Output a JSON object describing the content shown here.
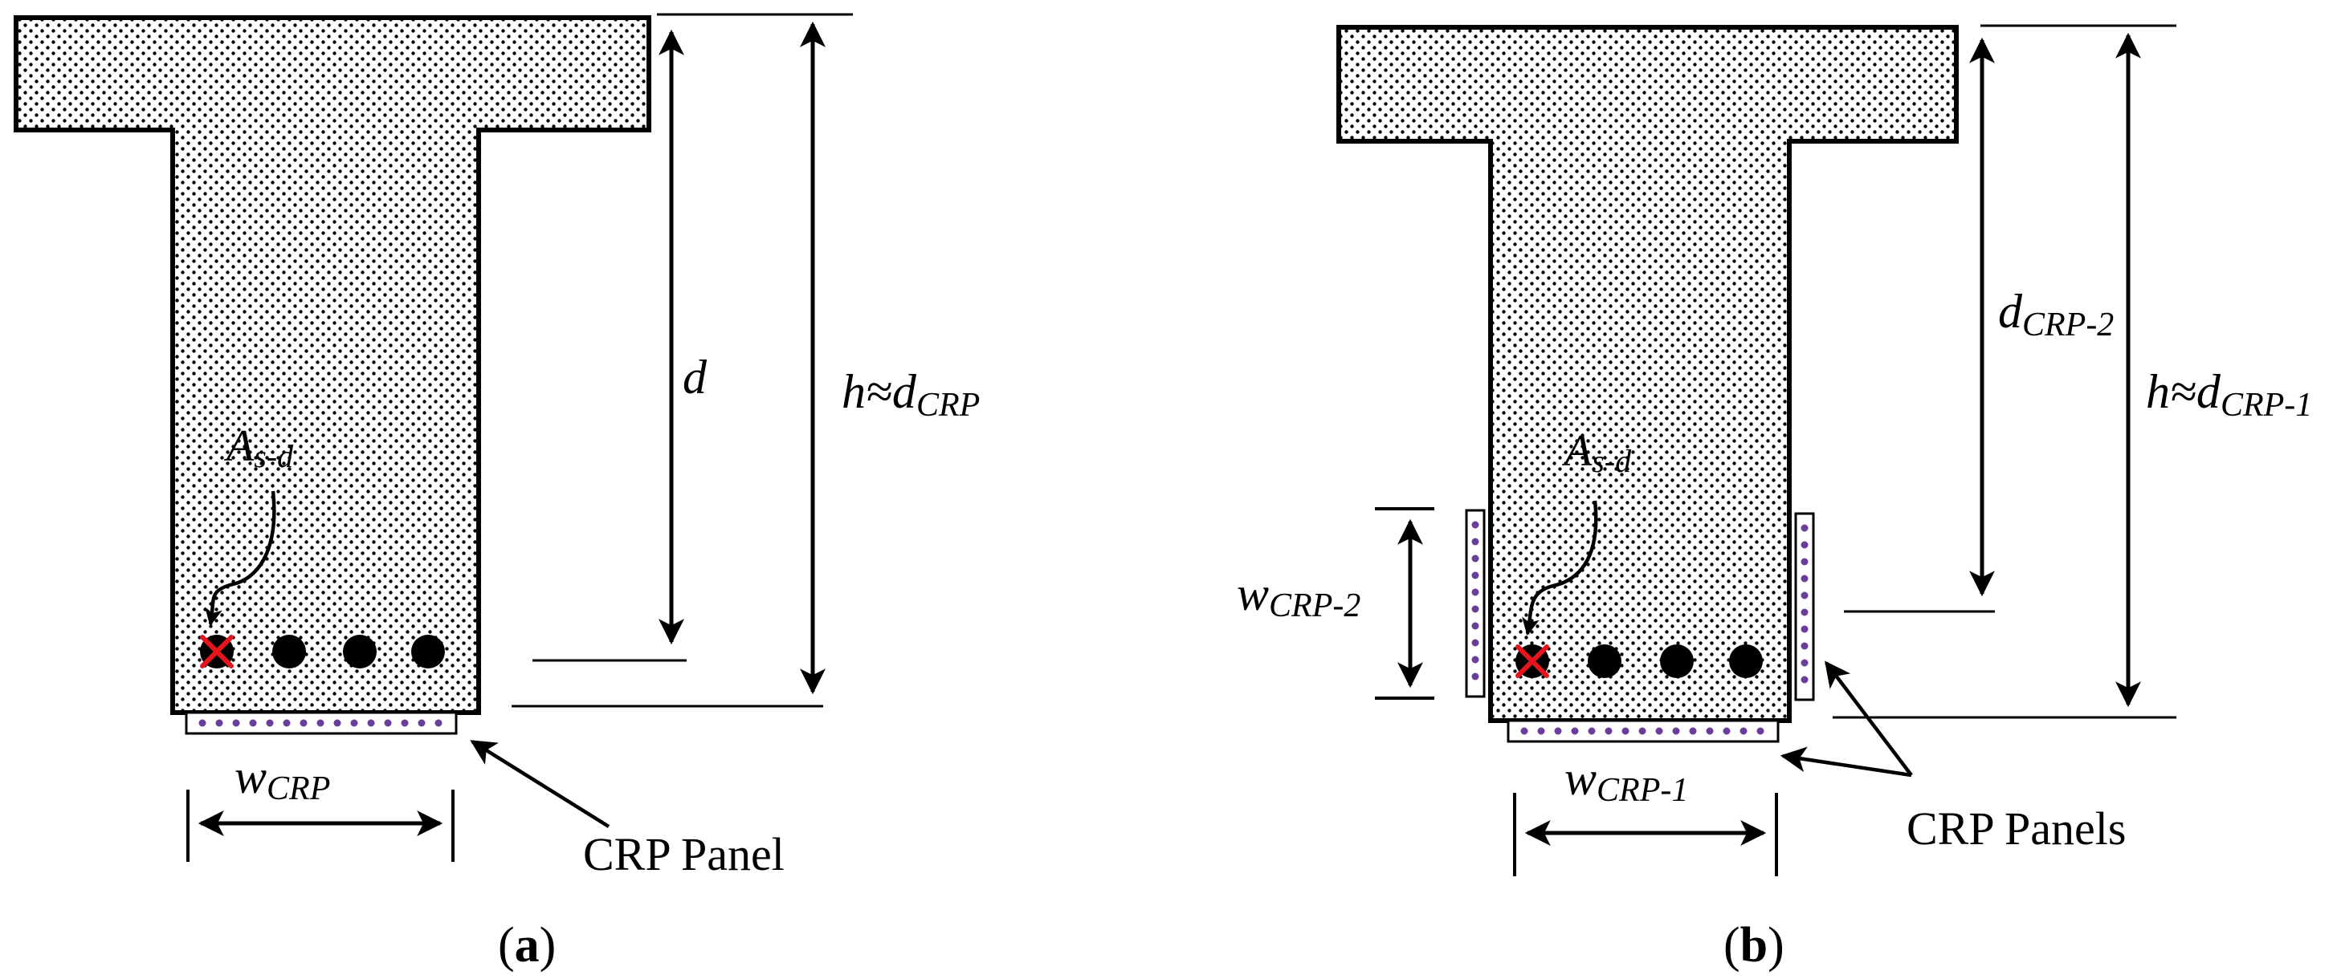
{
  "colors": {
    "stroke": "#000000",
    "rebar": "#000000",
    "crossed_bar": "#e8141c",
    "panel_dots": "#6a3d9a",
    "stipple": "#000000",
    "background": "#ffffff"
  },
  "panel_a": {
    "d_label": "d",
    "h_main": "h≈d",
    "h_sub": "CRP",
    "as_main": "A",
    "as_sub": "s-d",
    "w_main": "w",
    "w_sub": "CRP",
    "panel_label": "CRP Panel",
    "caption_open": "(",
    "caption_letter": "a",
    "caption_close": ")"
  },
  "panel_b": {
    "d_main": "d",
    "d_sub": "CRP-2",
    "h_main": "h≈d",
    "h_sub": "CRP-1",
    "as_main": "A",
    "as_sub": "s-d",
    "w2_main": "w",
    "w2_sub": "CRP-2",
    "w1_main": "w",
    "w1_sub": "CRP-1",
    "panel_label": "CRP Panels",
    "caption_open": "(",
    "caption_letter": "b",
    "caption_close": ")"
  }
}
